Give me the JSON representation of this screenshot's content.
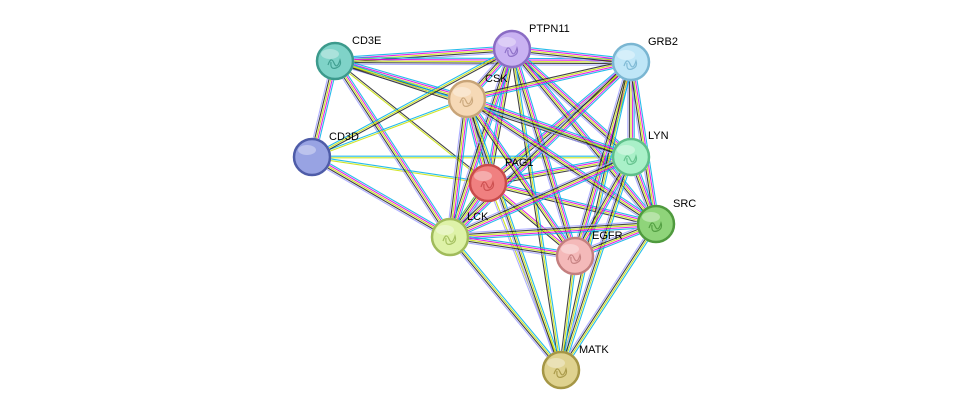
{
  "network": {
    "nodes": [
      {
        "id": "PAG1",
        "label": "PAG1",
        "color": "#f08080",
        "border": "#c94b4b",
        "query": true
      },
      {
        "id": "CD3E",
        "label": "CD3E",
        "color": "#7fd3c8",
        "border": "#3c9a8c"
      },
      {
        "id": "PTPN11",
        "label": "PTPN11",
        "color": "#c9b2f2",
        "border": "#8a6cc4"
      },
      {
        "id": "GRB2",
        "label": "GRB2",
        "color": "#bfe6f7",
        "border": "#7ab6d2"
      },
      {
        "id": "CSK",
        "label": "CSK",
        "color": "#f6d9b6",
        "border": "#c8a478"
      },
      {
        "id": "CD3D",
        "label": "CD3D",
        "color": "#98a3e3",
        "border": "#4e5ca8"
      },
      {
        "id": "LYN",
        "label": "LYN",
        "color": "#a9f0c8",
        "border": "#5fbf8a"
      },
      {
        "id": "SRC",
        "label": "SRC",
        "color": "#8fd47a",
        "border": "#4f9a3e"
      },
      {
        "id": "LCK",
        "label": "LCK",
        "color": "#def2a8",
        "border": "#a0bb5a"
      },
      {
        "id": "EGFR",
        "label": "EGFR",
        "color": "#f4b9b9",
        "border": "#c47f7f"
      },
      {
        "id": "MATK",
        "label": "MATK",
        "color": "#dfd28f",
        "border": "#a59645"
      }
    ],
    "edges": [
      {
        "s": "PAG1",
        "t": "CSK",
        "types": [
          "known_db",
          "known_exp",
          "textmining",
          "coexpression",
          "homology"
        ]
      },
      {
        "s": "PAG1",
        "t": "LCK",
        "types": [
          "known_db",
          "known_exp",
          "textmining",
          "coexpression",
          "predicted"
        ]
      },
      {
        "s": "PAG1",
        "t": "LYN",
        "types": [
          "known_db",
          "known_exp",
          "textmining",
          "coexpression"
        ]
      },
      {
        "s": "PAG1",
        "t": "SRC",
        "types": [
          "known_db",
          "known_exp",
          "textmining",
          "coexpression"
        ]
      },
      {
        "s": "PAG1",
        "t": "GRB2",
        "types": [
          "known_db",
          "known_exp",
          "textmining",
          "coexpression"
        ]
      },
      {
        "s": "PAG1",
        "t": "PTPN11",
        "types": [
          "known_db",
          "known_exp",
          "textmining",
          "coexpression"
        ]
      },
      {
        "s": "PAG1",
        "t": "EGFR",
        "types": [
          "known_exp",
          "textmining",
          "coexpression"
        ]
      },
      {
        "s": "PAG1",
        "t": "MATK",
        "types": [
          "textmining",
          "homology"
        ]
      },
      {
        "s": "PAG1",
        "t": "CD3D",
        "types": [
          "textmining",
          "known_db"
        ]
      },
      {
        "s": "PAG1",
        "t": "CD3E",
        "types": [
          "textmining",
          "coexpression"
        ]
      },
      {
        "s": "CD3E",
        "t": "PTPN11",
        "types": [
          "known_db",
          "known_exp",
          "textmining",
          "coexpression",
          "homology"
        ]
      },
      {
        "s": "CD3E",
        "t": "GRB2",
        "types": [
          "known_db",
          "known_exp",
          "textmining",
          "coexpression",
          "homology"
        ]
      },
      {
        "s": "CD3E",
        "t": "CSK",
        "types": [
          "known_db",
          "known_exp",
          "textmining",
          "coexpression",
          "homology"
        ]
      },
      {
        "s": "CD3E",
        "t": "CD3D",
        "types": [
          "known_db",
          "known_exp",
          "textmining",
          "coexpression",
          "homology"
        ]
      },
      {
        "s": "CD3E",
        "t": "LCK",
        "types": [
          "known_db",
          "known_exp",
          "textmining",
          "coexpression",
          "homology"
        ]
      },
      {
        "s": "CD3E",
        "t": "LYN",
        "types": [
          "known_db",
          "textmining",
          "coexpression"
        ]
      },
      {
        "s": "CD3D",
        "t": "CSK",
        "types": [
          "known_db",
          "textmining"
        ]
      },
      {
        "s": "CD3D",
        "t": "LCK",
        "types": [
          "known_db",
          "known_exp",
          "textmining",
          "coexpression",
          "homology"
        ]
      },
      {
        "s": "CD3D",
        "t": "PTPN11",
        "types": [
          "known_db",
          "textmining",
          "coexpression"
        ]
      },
      {
        "s": "CD3D",
        "t": "LYN",
        "types": [
          "known_db",
          "textmining"
        ]
      },
      {
        "s": "PTPN11",
        "t": "GRB2",
        "types": [
          "known_db",
          "known_exp",
          "textmining",
          "coexpression",
          "homology"
        ]
      },
      {
        "s": "PTPN11",
        "t": "CSK",
        "types": [
          "known_db",
          "known_exp",
          "textmining",
          "coexpression",
          "homology"
        ]
      },
      {
        "s": "PTPN11",
        "t": "LYN",
        "types": [
          "known_db",
          "known_exp",
          "textmining",
          "coexpression",
          "homology"
        ]
      },
      {
        "s": "PTPN11",
        "t": "SRC",
        "types": [
          "known_db",
          "known_exp",
          "textmining",
          "coexpression",
          "homology"
        ]
      },
      {
        "s": "PTPN11",
        "t": "LCK",
        "types": [
          "known_db",
          "known_exp",
          "textmining",
          "coexpression",
          "homology"
        ]
      },
      {
        "s": "PTPN11",
        "t": "EGFR",
        "types": [
          "known_db",
          "known_exp",
          "textmining",
          "coexpression",
          "homology"
        ]
      },
      {
        "s": "PTPN11",
        "t": "MATK",
        "types": [
          "known_db",
          "textmining",
          "coexpression"
        ]
      },
      {
        "s": "GRB2",
        "t": "CSK",
        "types": [
          "known_db",
          "known_exp",
          "textmining",
          "coexpression"
        ]
      },
      {
        "s": "GRB2",
        "t": "LYN",
        "types": [
          "known_db",
          "known_exp",
          "textmining",
          "coexpression",
          "homology"
        ]
      },
      {
        "s": "GRB2",
        "t": "SRC",
        "types": [
          "known_db",
          "known_exp",
          "textmining",
          "coexpression",
          "homology"
        ]
      },
      {
        "s": "GRB2",
        "t": "LCK",
        "types": [
          "known_db",
          "known_exp",
          "textmining",
          "coexpression",
          "homology"
        ]
      },
      {
        "s": "GRB2",
        "t": "EGFR",
        "types": [
          "known_db",
          "known_exp",
          "textmining",
          "coexpression",
          "homology"
        ]
      },
      {
        "s": "GRB2",
        "t": "MATK",
        "types": [
          "known_db",
          "textmining",
          "coexpression"
        ]
      },
      {
        "s": "CSK",
        "t": "LYN",
        "types": [
          "known_db",
          "known_exp",
          "textmining",
          "coexpression",
          "homology"
        ]
      },
      {
        "s": "CSK",
        "t": "SRC",
        "types": [
          "known_db",
          "known_exp",
          "textmining",
          "coexpression",
          "homology"
        ]
      },
      {
        "s": "CSK",
        "t": "LCK",
        "types": [
          "known_db",
          "known_exp",
          "textmining",
          "coexpression",
          "homology"
        ]
      },
      {
        "s": "CSK",
        "t": "EGFR",
        "types": [
          "known_db",
          "known_exp",
          "textmining",
          "coexpression"
        ]
      },
      {
        "s": "CSK",
        "t": "MATK",
        "types": [
          "known_db",
          "textmining",
          "coexpression",
          "homology"
        ]
      },
      {
        "s": "LYN",
        "t": "SRC",
        "types": [
          "known_db",
          "known_exp",
          "textmining",
          "coexpression",
          "homology"
        ]
      },
      {
        "s": "LYN",
        "t": "LCK",
        "types": [
          "known_db",
          "known_exp",
          "textmining",
          "coexpression",
          "homology"
        ]
      },
      {
        "s": "LYN",
        "t": "EGFR",
        "types": [
          "known_db",
          "known_exp",
          "textmining",
          "coexpression",
          "homology"
        ]
      },
      {
        "s": "LYN",
        "t": "MATK",
        "types": [
          "known_db",
          "textmining",
          "coexpression",
          "homology"
        ]
      },
      {
        "s": "SRC",
        "t": "LCK",
        "types": [
          "known_db",
          "known_exp",
          "textmining",
          "coexpression",
          "homology"
        ]
      },
      {
        "s": "SRC",
        "t": "EGFR",
        "types": [
          "known_db",
          "known_exp",
          "textmining",
          "coexpression",
          "homology"
        ]
      },
      {
        "s": "SRC",
        "t": "MATK",
        "types": [
          "known_db",
          "textmining",
          "coexpression",
          "homology"
        ]
      },
      {
        "s": "LCK",
        "t": "EGFR",
        "types": [
          "known_db",
          "known_exp",
          "textmining",
          "coexpression",
          "homology"
        ]
      },
      {
        "s": "LCK",
        "t": "MATK",
        "types": [
          "known_db",
          "textmining",
          "coexpression",
          "homology"
        ]
      },
      {
        "s": "EGFR",
        "t": "MATK",
        "types": [
          "known_db",
          "textmining",
          "coexpression"
        ]
      }
    ],
    "edge_colors": {
      "known_db": "#00b0e8",
      "known_exp": "#e000e0",
      "textmining": "#c8e000",
      "coexpression": "#222222",
      "homology": "#a0a0ff",
      "predicted": "#40c040"
    },
    "background": "#ffffff"
  }
}
